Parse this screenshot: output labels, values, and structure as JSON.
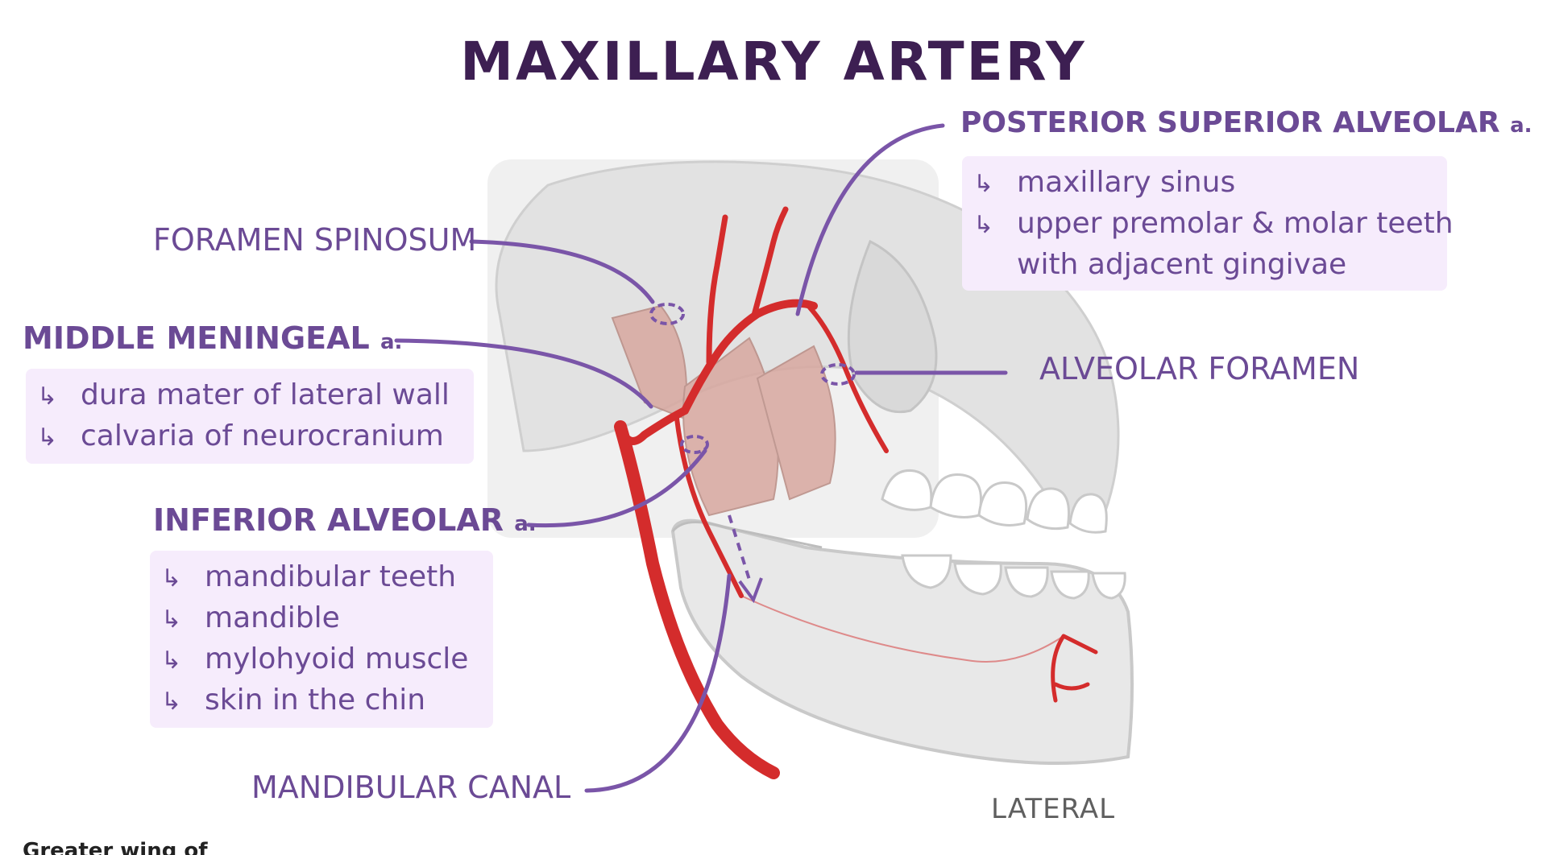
{
  "title": "MAXILLARY ARTERY",
  "labels": {
    "foramen_spinosum": "FORAMEN SPINOSUM",
    "middle_meningeal": "MIDDLE MENINGEAL",
    "middle_meningeal_suffix": "a.",
    "inferior_alveolar": "INFERIOR ALVEOLAR",
    "inferior_alveolar_suffix": "a.",
    "mandibular_canal": "MANDIBULAR CANAL",
    "posterior_superior_alveolar": "POSTERIOR SUPERIOR ALVEOLAR",
    "posterior_superior_alveolar_suffix": "a.",
    "alveolar_foramen": "ALVEOLAR FORAMEN",
    "view": "LATERAL",
    "cut_off_text": "Greater wing of"
  },
  "middle_meningeal_supplies": [
    "dura mater of lateral wall",
    "calvaria of neurocranium"
  ],
  "inferior_alveolar_supplies": [
    "mandibular teeth",
    "mandible",
    "mylohyoid muscle",
    "skin in the chin"
  ],
  "posterior_superior_alveolar_supplies": [
    "maxillary sinus",
    "upper premolar & molar teeth",
    "with adjacent gingivae"
  ],
  "icons": {
    "branch_arrow": "↳"
  },
  "colors": {
    "title": "#3d1f52",
    "label": "#6b4a95",
    "leader": "#7a55a8",
    "box_bg": "#f6ecfc",
    "artery": "#d42c2c",
    "bone": "#e6e6e6",
    "muscle": "#d8a8a0"
  }
}
